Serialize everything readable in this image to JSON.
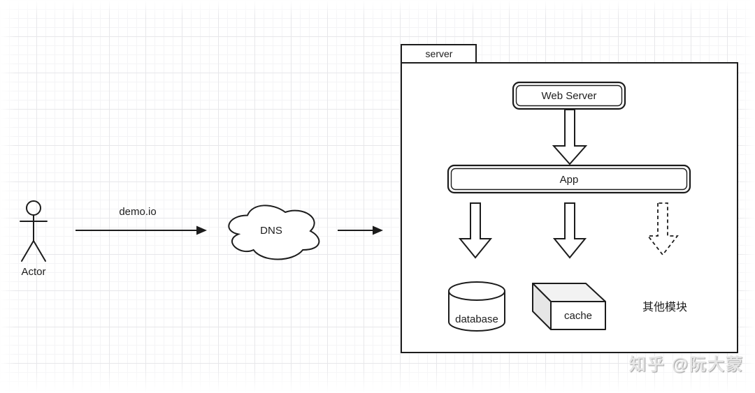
{
  "diagram": {
    "actor": {
      "label": "Actor"
    },
    "request_arrow": {
      "label": "demo.io"
    },
    "dns_cloud": {
      "label": "DNS"
    },
    "server_group": {
      "tab_label": "server"
    },
    "web_server_node": {
      "label": "Web Server"
    },
    "app_node": {
      "label": "App"
    },
    "database_node": {
      "label": "database"
    },
    "cache_node": {
      "label": "cache"
    },
    "other_modules_note": {
      "label": "其他模块"
    }
  },
  "watermark": {
    "text": "知乎 @阮大蒙"
  },
  "colors": {
    "stroke": "#1c1c1c",
    "shape_fill": "#ffffff",
    "cube_top_fill": "#f2f2f2",
    "cube_side_fill": "#e6e6e6",
    "grid_minor": "#f4f4f6",
    "grid_major": "#e7e7ea",
    "watermark_text": "#e6e6e6"
  }
}
